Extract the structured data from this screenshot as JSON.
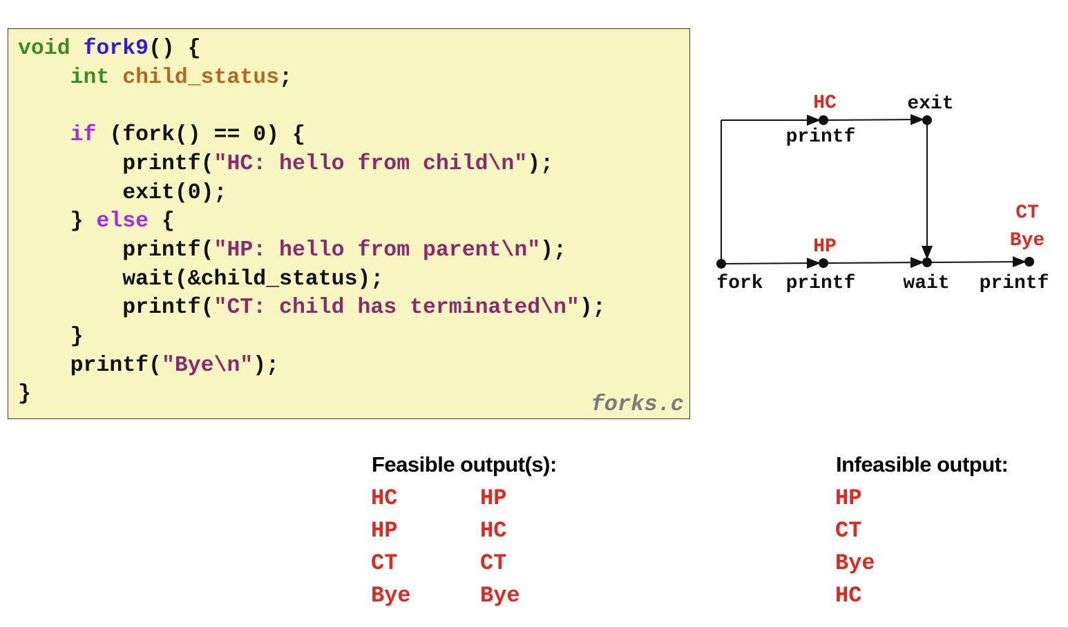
{
  "code": {
    "filename": "forks.c",
    "lines": [
      [
        {
          "t": "void ",
          "c": "kw-green"
        },
        {
          "t": "fork9",
          "c": "kw-blue"
        },
        {
          "t": "() {",
          "c": ""
        }
      ],
      [
        {
          "t": "    ",
          "c": ""
        },
        {
          "t": "int ",
          "c": "kw-green"
        },
        {
          "t": "child_status",
          "c": "ident"
        },
        {
          "t": ";",
          "c": ""
        }
      ],
      [],
      [
        {
          "t": "    ",
          "c": ""
        },
        {
          "t": "if",
          "c": "kw-purple"
        },
        {
          "t": " (fork() == 0) {",
          "c": ""
        }
      ],
      [
        {
          "t": "        printf(",
          "c": ""
        },
        {
          "t": "\"HC: hello from child\\n\"",
          "c": "str"
        },
        {
          "t": ");",
          "c": ""
        }
      ],
      [
        {
          "t": "        exit(0);",
          "c": ""
        }
      ],
      [
        {
          "t": "    } ",
          "c": ""
        },
        {
          "t": "else",
          "c": "kw-purple"
        },
        {
          "t": " {",
          "c": ""
        }
      ],
      [
        {
          "t": "        printf(",
          "c": ""
        },
        {
          "t": "\"HP: hello from parent\\n\"",
          "c": "str"
        },
        {
          "t": ");",
          "c": ""
        }
      ],
      [
        {
          "t": "        wait(&child_status);",
          "c": ""
        }
      ],
      [
        {
          "t": "        printf(",
          "c": ""
        },
        {
          "t": "\"CT: child has terminated\\n\"",
          "c": "str"
        },
        {
          "t": ");",
          "c": ""
        }
      ],
      [
        {
          "t": "    }",
          "c": ""
        }
      ],
      [
        {
          "t": "    printf(",
          "c": ""
        },
        {
          "t": "\"Bye\\n\"",
          "c": "str"
        },
        {
          "t": ");",
          "c": ""
        }
      ],
      [
        {
          "t": "}",
          "c": ""
        }
      ]
    ]
  },
  "diagram": {
    "labels": {
      "hc": "HC",
      "exit": "exit",
      "printf_top": "printf",
      "ct": "CT",
      "bye": "Bye",
      "hp": "HP",
      "fork": "fork",
      "printf_bottom": "printf",
      "wait": "wait",
      "printf_end": "printf"
    },
    "colors": {
      "highlight": "#e0281e",
      "text": "#111111"
    }
  },
  "outputs": {
    "feasible_title": "Feasible output(s):",
    "feasible_col1": [
      "HC",
      "HP",
      "CT",
      "Bye"
    ],
    "feasible_col2": [
      "HP",
      "HC",
      "CT",
      "Bye"
    ],
    "infeasible_title": "Infeasible output:",
    "infeasible_col": [
      "HP",
      "CT",
      "Bye",
      "HC"
    ]
  }
}
